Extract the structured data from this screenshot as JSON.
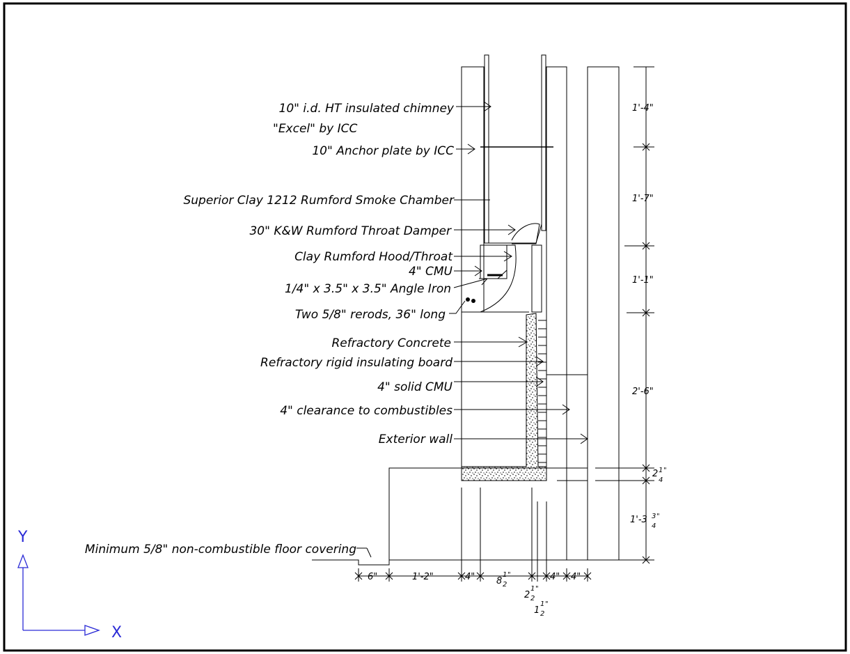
{
  "labels": {
    "chimney_1": "10\" i.d. HT insulated chimney",
    "chimney_2": "\"Excel\" by ICC",
    "anchor_plate": "10\" Anchor plate by ICC",
    "smoke_chamber": "Superior Clay 1212 Rumford Smoke Chamber",
    "throat_damper": "30\" K&W Rumford Throat Damper",
    "hood_throat": "Clay Rumford Hood/Throat",
    "cmu": "4\" CMU",
    "angle_iron": "1/4\" x 3.5\" x 3.5\" Angle Iron",
    "rerods": "Two 5/8\" rerods, 36\" long",
    "refractory_concrete": "Refractory Concrete",
    "insulating_board": "Refractory rigid insulating board",
    "solid_cmu": "4\" solid CMU",
    "clearance": "4\" clearance to combustibles",
    "exterior_wall": "Exterior wall",
    "floor_covering": "Minimum 5/8\" non-combustible floor covering"
  },
  "vertical_dims": {
    "d1": "1'-4\"",
    "d2": "1'-7\"",
    "d3": "1'-1\"",
    "d4": "2'-6\"",
    "d5_whole": "2",
    "d5_num": "1",
    "d5_den": "4",
    "d5_unit": "\"",
    "d6_pre": "1'-3",
    "d6_num": "3",
    "d6_den": "4",
    "d6_unit": "\""
  },
  "horizontal_dims": {
    "h1": "6\"",
    "h2": "1'-2\"",
    "h3": "4\"",
    "h4_whole": "8",
    "h4_num": "1",
    "h4_den": "2",
    "h4_unit": "\"",
    "h5": "4\"",
    "h6": "4\"",
    "h7_whole": "2",
    "h7_num": "1",
    "h7_den": "2",
    "h7_unit": "\"",
    "h8_whole": "1",
    "h8_num": "1",
    "h8_den": "2",
    "h8_unit": "\""
  },
  "ucs": {
    "y_axis": "Y",
    "x_axis": "X",
    "color": "#2b2bd6"
  }
}
